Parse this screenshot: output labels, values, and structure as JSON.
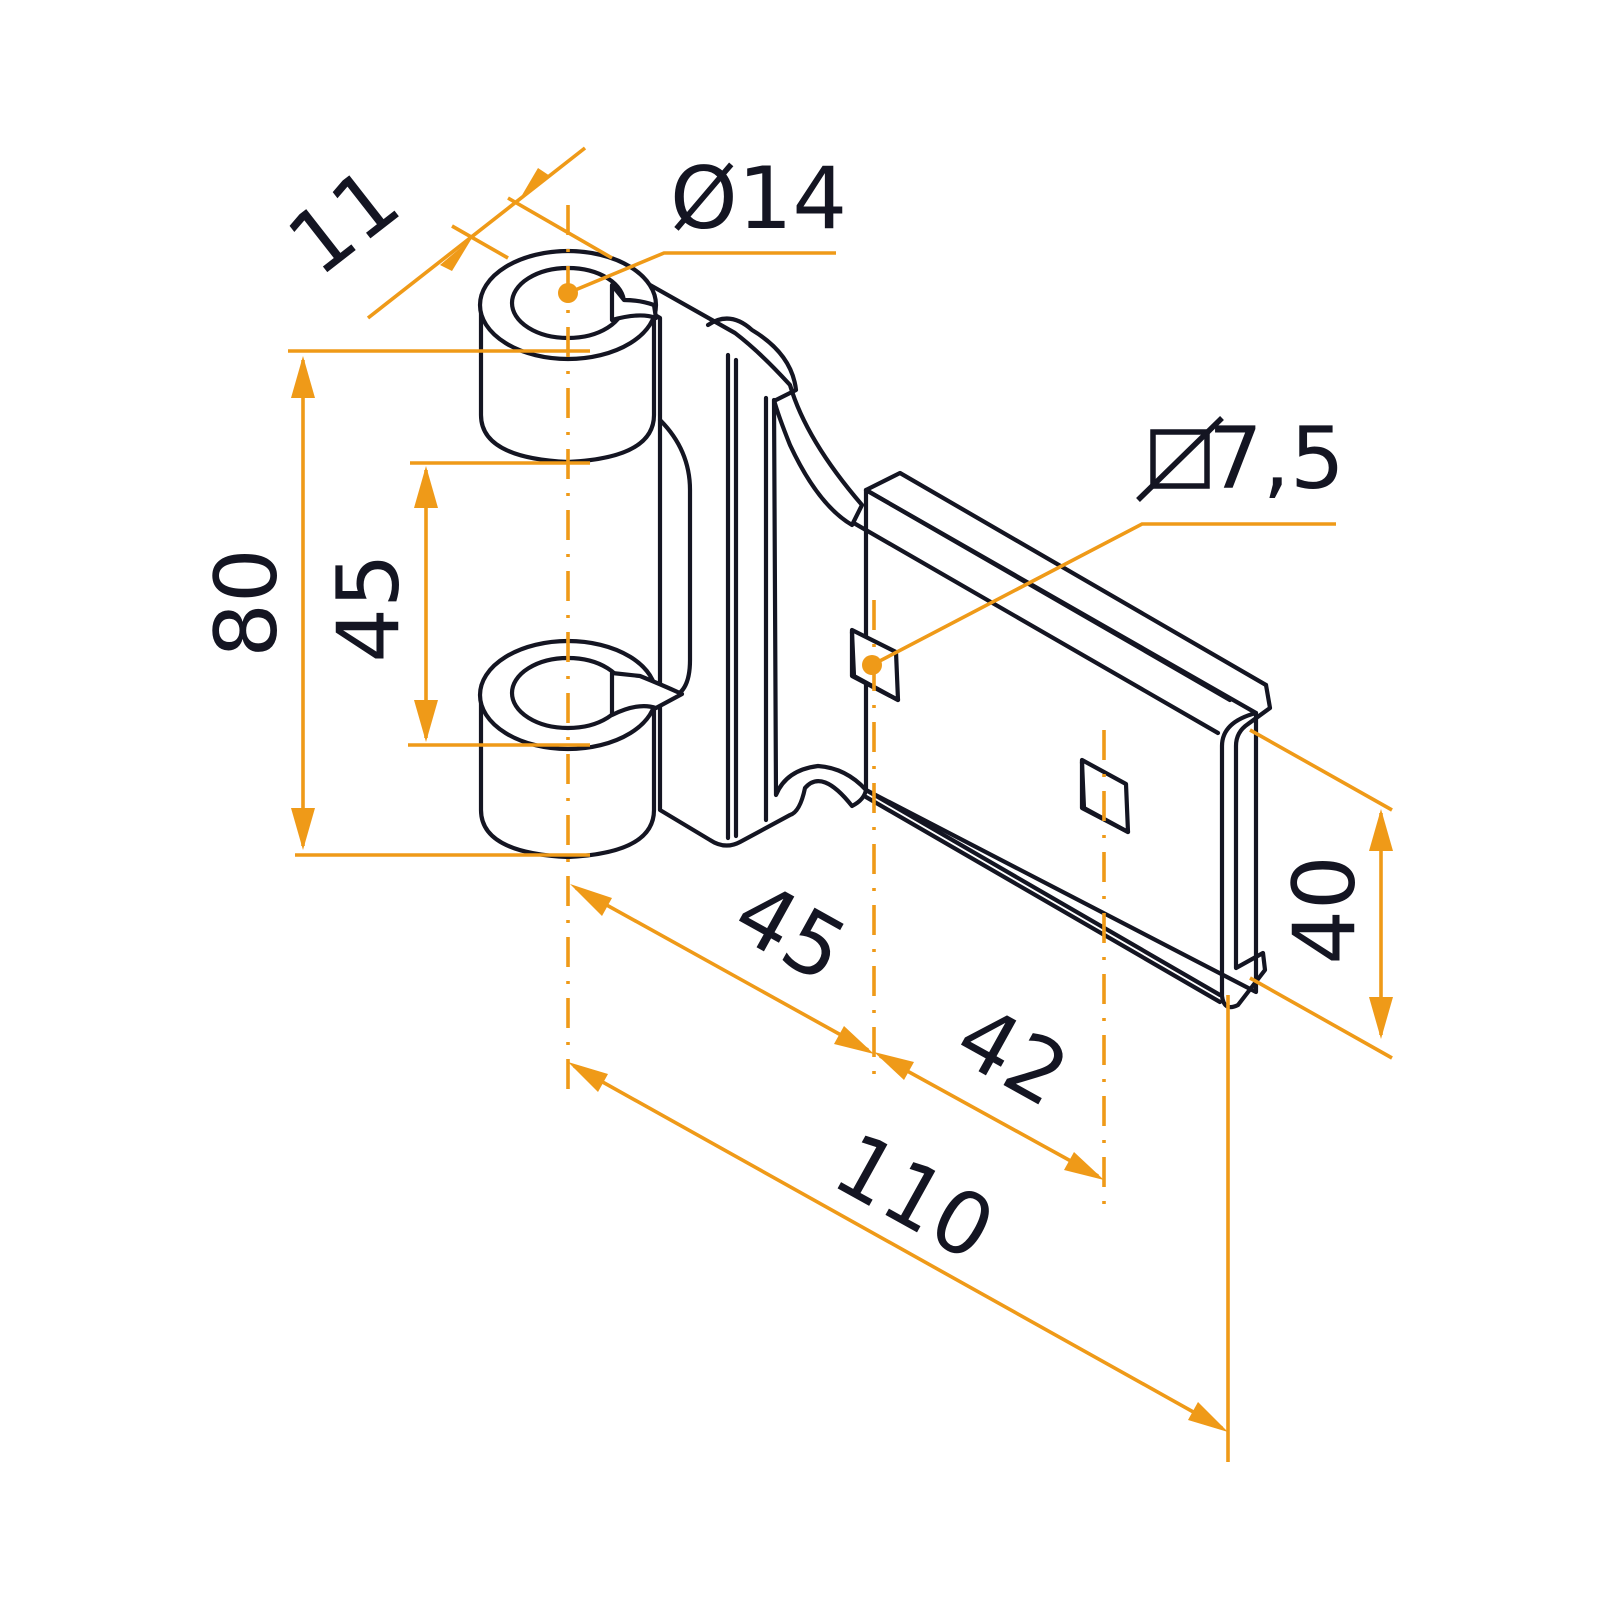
{
  "colors": {
    "dimension": "#ef9a18",
    "outline": "#141522",
    "background": "#ffffff"
  },
  "dimensions": {
    "pin_offset": "11",
    "bore_diameter": "Ø14",
    "total_height": "80",
    "knuckle_gap": "45",
    "first_hole_distance": "45",
    "hole_spacing": "42",
    "total_length": "110",
    "leaf_width": "40",
    "square_hole": "7,5"
  }
}
